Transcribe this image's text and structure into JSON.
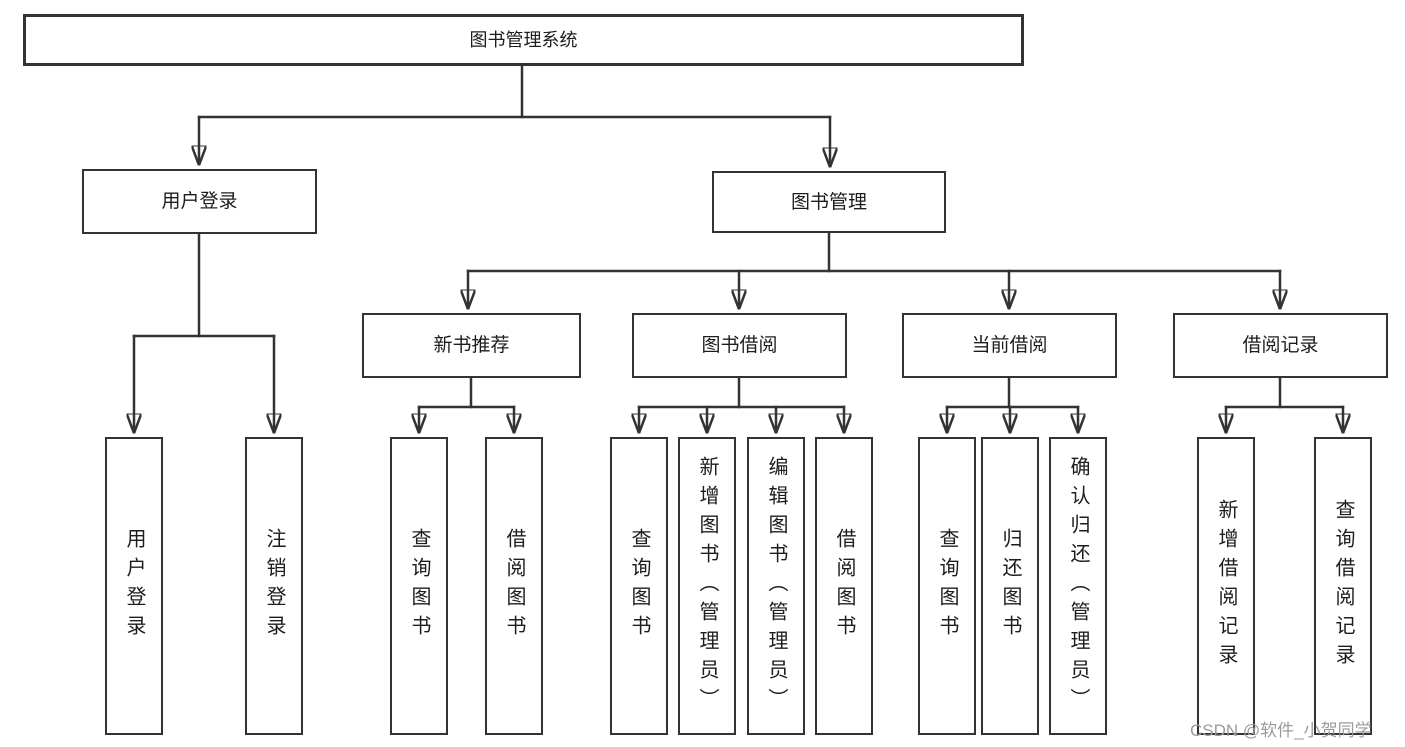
{
  "tree": {
    "label": "图书管理系统",
    "children": [
      {
        "label": "用户登录",
        "children": [
          {
            "label": "用户登录"
          },
          {
            "label": "注销登录"
          }
        ]
      },
      {
        "label": "图书管理",
        "children": [
          {
            "label": "新书推荐",
            "children": [
              {
                "label": "查询图书"
              },
              {
                "label": "借阅图书"
              }
            ]
          },
          {
            "label": "图书借阅",
            "children": [
              {
                "label": "查询图书"
              },
              {
                "label": "新增图书（管理员）"
              },
              {
                "label": "编辑图书（管理员）"
              },
              {
                "label": "借阅图书"
              }
            ]
          },
          {
            "label": "当前借阅",
            "children": [
              {
                "label": "查询图书"
              },
              {
                "label": "归还图书"
              },
              {
                "label": "确认归还（管理员）"
              }
            ]
          },
          {
            "label": "借阅记录",
            "children": [
              {
                "label": "新增借阅记录"
              },
              {
                "label": "查询借阅记录"
              }
            ]
          }
        ]
      }
    ]
  },
  "watermark": "CSDN @软件_小贺同学",
  "colors": {
    "line": "#333333",
    "text": "#1d1d1d",
    "watermark": "#9b9b9b",
    "box_background": "#ffffff"
  }
}
